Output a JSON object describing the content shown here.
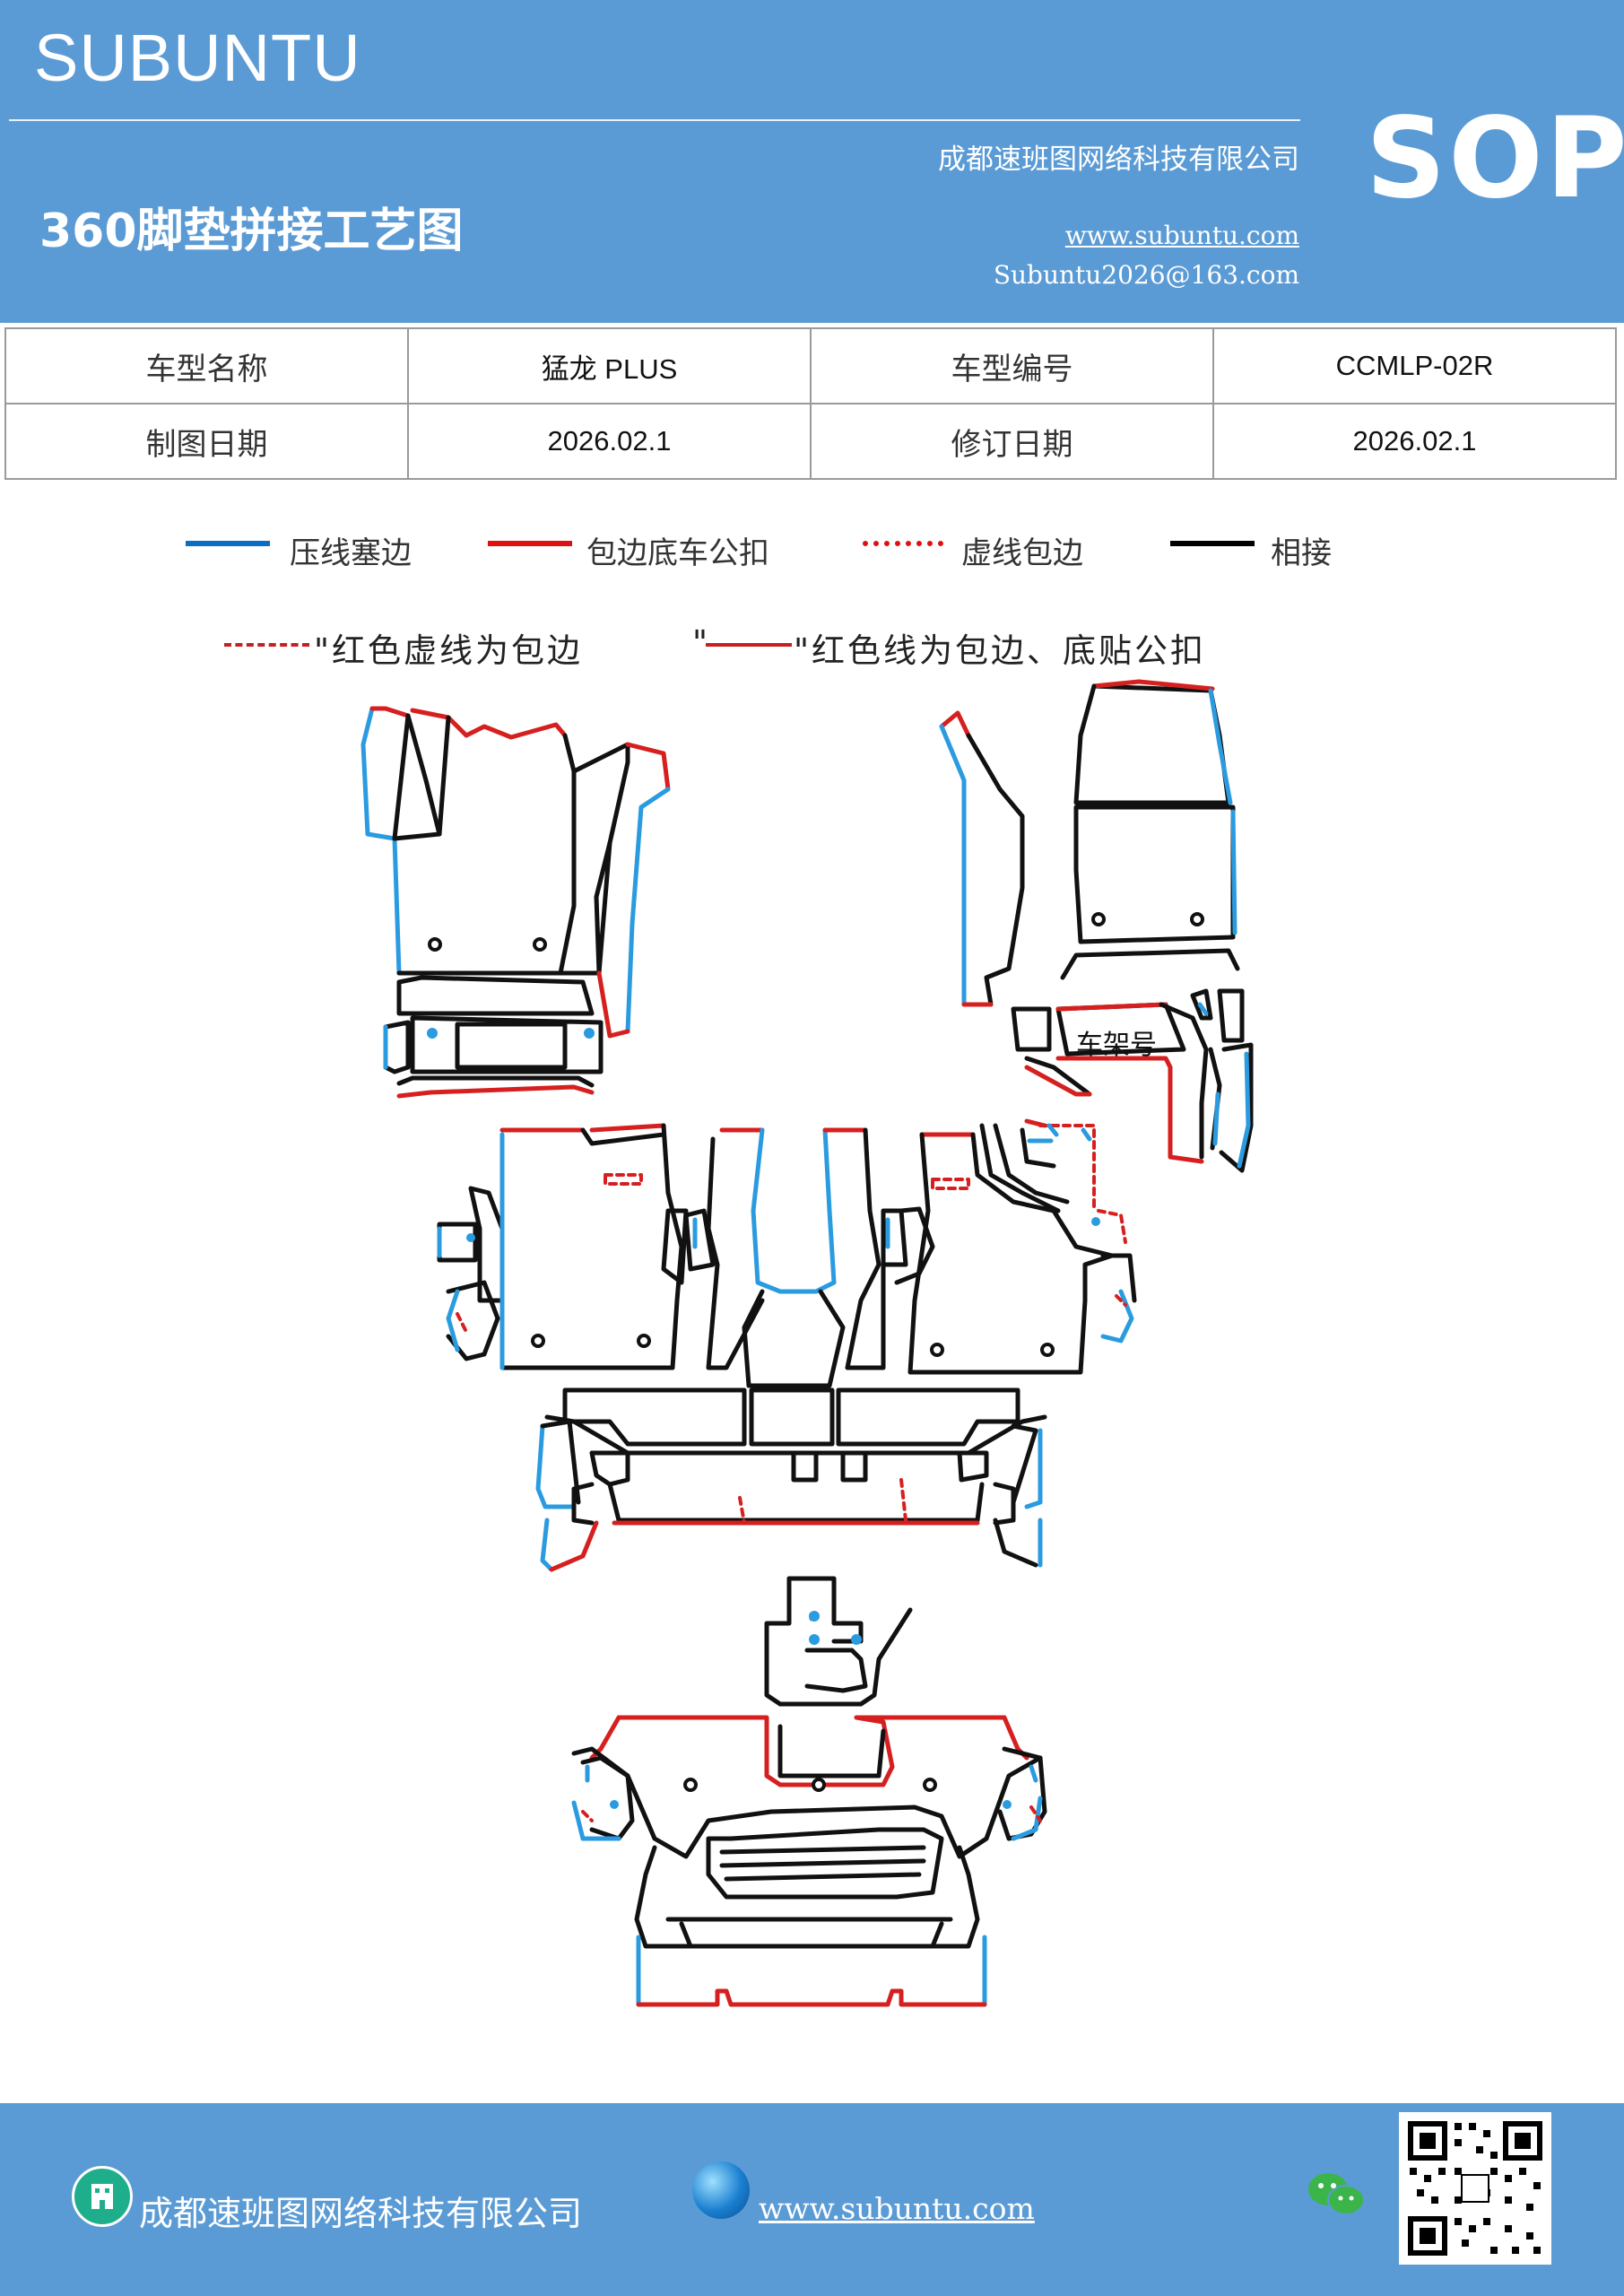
{
  "header": {
    "brand": "SUBUNTU",
    "company": "成都速班图网络科技有限公司",
    "title": "360脚垫拼接工艺图",
    "website": "www.subuntu.com",
    "email": "Subuntu2026@163.com",
    "badge": "SOP"
  },
  "info": {
    "row1": {
      "label1": "车型名称",
      "value1": "猛龙 PLUS",
      "label2": "车型编号",
      "value2": "CCMLP-02R"
    },
    "row2": {
      "label1": "制图日期",
      "value1": "2026.02.1",
      "label2": "修订日期",
      "value2": "2026.02.1"
    }
  },
  "legend": [
    {
      "label": "压线塞边",
      "color": "#0a6fc2",
      "style": "solid"
    },
    {
      "label": "包边底车公扣",
      "color": "#e01010",
      "style": "solid"
    },
    {
      "label": "虚线包边",
      "color": "#e01010",
      "style": "dotted"
    },
    {
      "label": "相接",
      "color": "#000000",
      "style": "solid"
    }
  ],
  "note": {
    "left": "\"红色虚线为包边",
    "right_prefix": "\"",
    "right": "\"红色线为包边、底贴公扣"
  },
  "diagram": {
    "frame_label": "车架号"
  },
  "footer": {
    "company": "成都速班图网络科技有限公司",
    "website": "www.subuntu.com"
  }
}
